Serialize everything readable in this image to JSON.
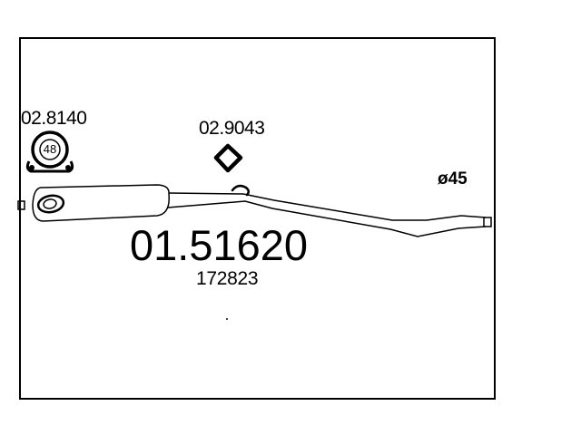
{
  "diagram": {
    "part_number": "01.51620",
    "reference_number": "172823",
    "clamp": {
      "code": "02.8140",
      "size": "48",
      "icon": "pipe-clamp-icon"
    },
    "gasket": {
      "code": "02.9043",
      "icon": "gasket-icon"
    },
    "pipe_diameter": "ø45"
  },
  "colors": {
    "line": "#000000",
    "background": "#ffffff"
  }
}
